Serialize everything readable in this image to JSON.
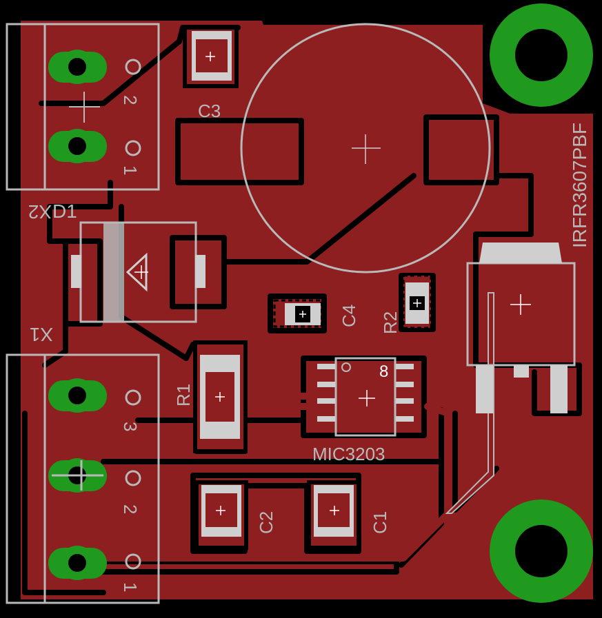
{
  "board": {
    "colors": {
      "background": "#000000",
      "copper": "#8e1f21",
      "pad_green": "#1f9a1f",
      "silkscreen": "#b9b9b9",
      "pad_silk": "#cfcfcf"
    }
  },
  "labels": {
    "c3": "C3",
    "d1": "D1",
    "x2": "X2",
    "x1": "X1",
    "c4": "C4",
    "r2": "R2",
    "r1": "R1",
    "mic": "MIC3203",
    "c2": "C2",
    "c1": "C1",
    "irfr": "IRFR3607PBF",
    "pin8": "8",
    "x2_pin2": "2",
    "x2_pin1": "1",
    "x1_pin3": "3",
    "x1_pin2": "2",
    "x1_pin1": "1"
  }
}
